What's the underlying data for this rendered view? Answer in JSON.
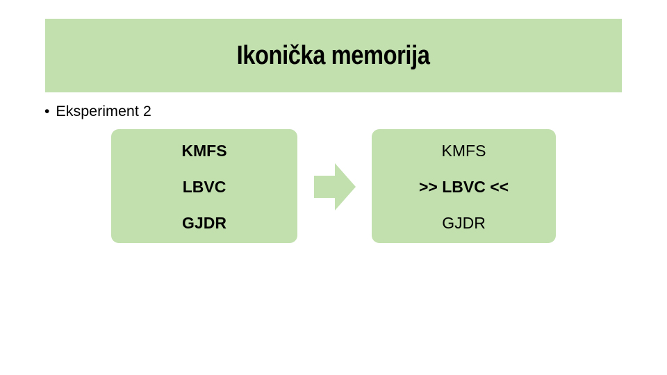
{
  "slide": {
    "background_color": "#ffffff",
    "accent_color": "#c2dfae",
    "text_color": "#000000"
  },
  "title": {
    "text": "Ikonička memorija"
  },
  "bullet": {
    "marker": "•",
    "label": "Eksperiment 2"
  },
  "diagram": {
    "left_panel": {
      "lines": [
        {
          "text": "KMFS",
          "weight": "bold"
        },
        {
          "text": "LBVC",
          "weight": "bold"
        },
        {
          "text": "GJDR",
          "weight": "bold"
        }
      ]
    },
    "arrow": {
      "icon": "arrow-right-block-icon",
      "direction": "right",
      "color": "#c2dfae"
    },
    "right_panel": {
      "lines": [
        {
          "text": "KMFS",
          "weight": "regular"
        },
        {
          "text": ">> LBVC <<",
          "weight": "bold"
        },
        {
          "text": "GJDR",
          "weight": "regular"
        }
      ]
    }
  }
}
